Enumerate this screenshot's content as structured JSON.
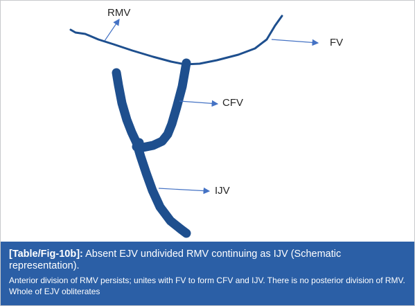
{
  "diagram": {
    "labels": {
      "rmv": "RMV",
      "fv": "FV",
      "cfv": "CFV",
      "ijv": "IJV"
    }
  },
  "caption": {
    "tag": "[Table/Fig-10b]:",
    "title": "Absent EJV undivided RMV continuing as IJV (Schematic representation).",
    "note": "Anterior division of RMV persists; unites with FV to form CFV and IJV. There is no posterior division of RMV. Whole of EJV obliterates"
  },
  "colors": {
    "vein": "#1e4f8e",
    "arrow": "#4472c4",
    "caption_bg": "#2b5fa6",
    "caption_text": "#ffffff",
    "label_text": "#262626"
  }
}
